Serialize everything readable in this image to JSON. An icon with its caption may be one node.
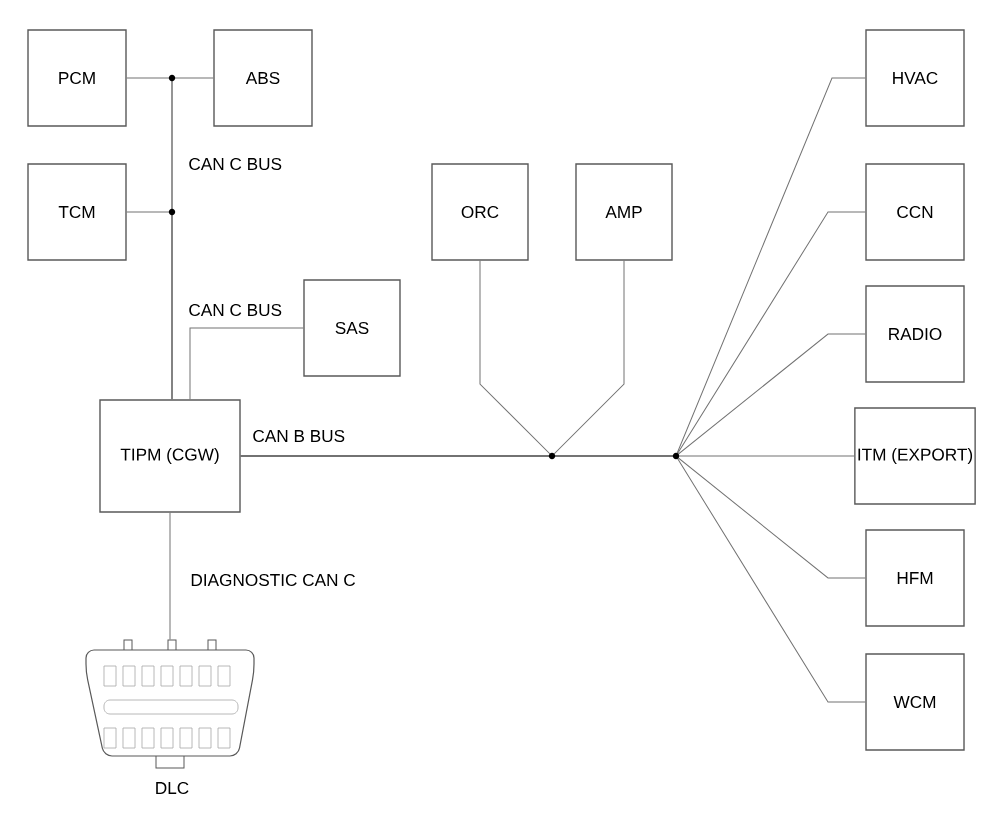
{
  "diagram": {
    "nodes": [
      {
        "text": [
          "PCM"
        ]
      },
      {
        "text": [
          "ABS"
        ]
      },
      {
        "text": [
          "TCM"
        ]
      },
      {
        "text": [
          "SAS"
        ]
      },
      {
        "text": [
          "TIPM (CGW)"
        ]
      },
      {
        "text": [
          "ORC"
        ]
      },
      {
        "text": [
          "AMP"
        ]
      },
      {
        "text": [
          "HVAC"
        ]
      },
      {
        "text": [
          "CCN"
        ]
      },
      {
        "text": [
          "RADIO"
        ]
      },
      {
        "text": [
          "ITM (EXPORT)"
        ]
      },
      {
        "text": [
          "HFM"
        ]
      },
      {
        "text": [
          "WCM"
        ]
      },
      {
        "text": [
          "DLC"
        ]
      }
    ],
    "edges": [
      {
        "from": 0,
        "to": 4,
        "arrow": "none"
      },
      {
        "from": 1,
        "to": 4,
        "arrow": "none"
      },
      {
        "from": 2,
        "to": 4,
        "arrow": "none"
      },
      {
        "from": 3,
        "to": 4,
        "arrow": "none"
      },
      {
        "from": 4,
        "to": 5,
        "arrow": "none"
      },
      {
        "from": 4,
        "to": 6,
        "arrow": "none"
      },
      {
        "from": 4,
        "to": 7,
        "arrow": "none"
      },
      {
        "from": 4,
        "to": 8,
        "arrow": "none"
      },
      {
        "from": 4,
        "to": 9,
        "arrow": "none"
      },
      {
        "from": 4,
        "to": 10,
        "arrow": "none"
      },
      {
        "from": 4,
        "to": 11,
        "arrow": "none"
      },
      {
        "from": 4,
        "to": 12,
        "arrow": "none"
      },
      {
        "from": 4,
        "to": 13,
        "arrow": "none"
      }
    ],
    "labels": [
      "CAN C BUS",
      "CAN C BUS",
      "CAN B BUS",
      "DIAGNOSTIC CAN C"
    ]
  }
}
